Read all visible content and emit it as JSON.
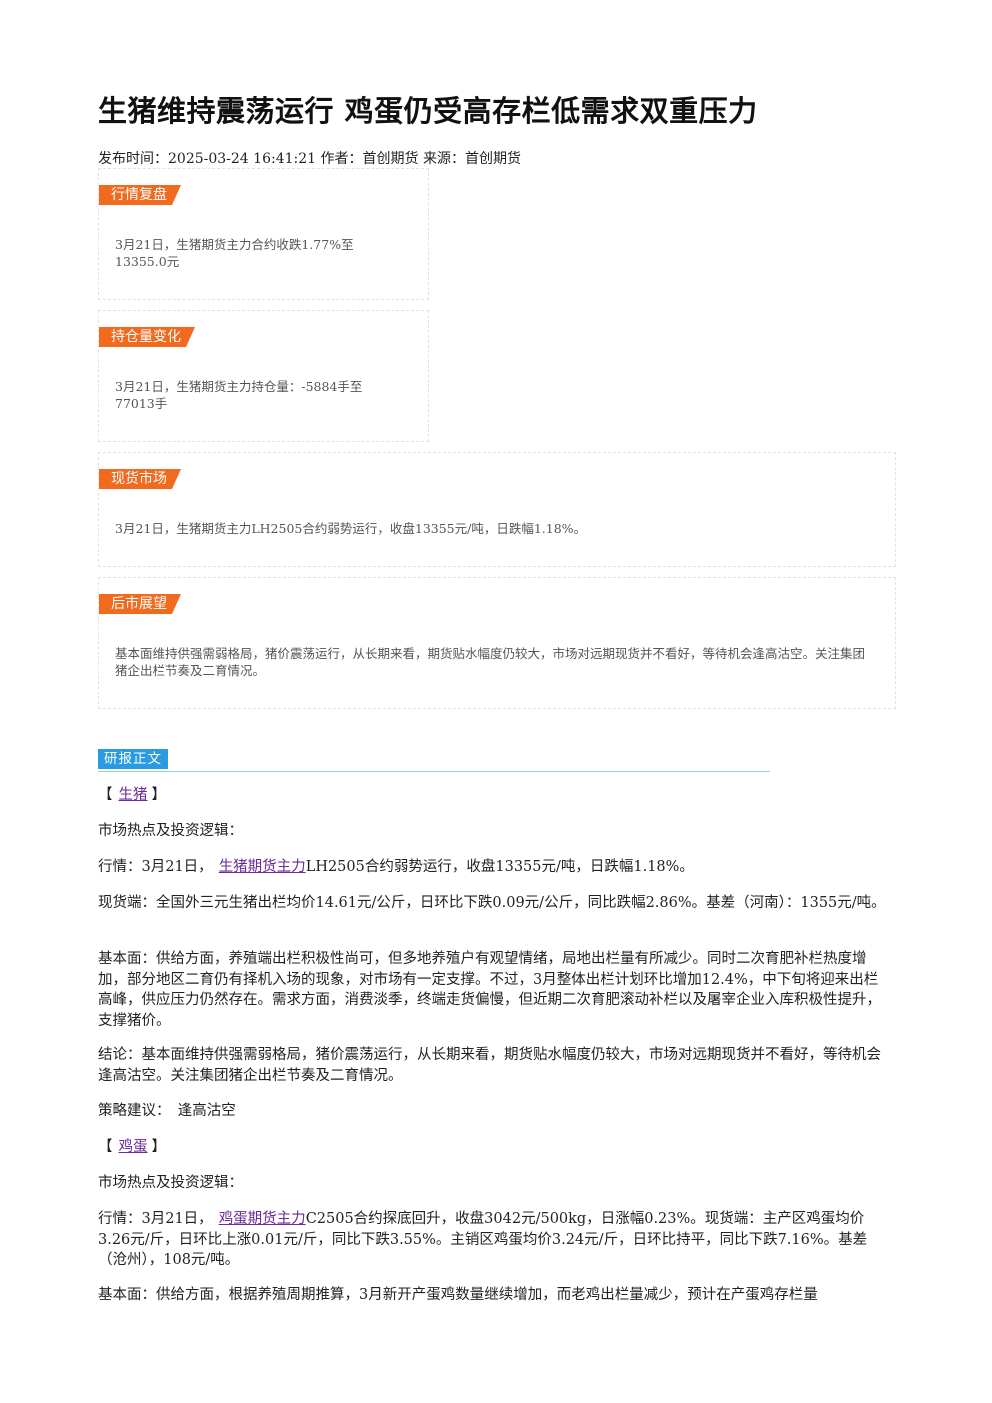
{
  "title": "生猪维持震荡运行 鸡蛋仍受高存栏低需求双重压力",
  "meta": "发布时间：2025-03-24 16:41:21 作者：首创期货 来源：首创期货",
  "boxes": {
    "review": {
      "tag": "行情复盘",
      "line1": "3月21日，生猪期货主力合约收跌1.77%至",
      "line2": "13355.0元"
    },
    "position": {
      "tag": "持仓量变化",
      "line1": "3月21日，生猪期货主力持仓量：-5884手至",
      "line2": "77013手"
    },
    "spot": {
      "tag": "现货市场",
      "text": "3月21日，生猪期货主力LH2505合约弱势运行，收盘13355元/吨，日跌幅1.18%。"
    },
    "outlook": {
      "tag": "后市展望",
      "text": "基本面维持供强需弱格局，猪价震荡运行，从长期来看，期货贴水幅度仍较大，市场对远期现货并不看好，等待机会逢高沽空。关注集团猪企出栏节奏及二育情况。"
    }
  },
  "report": {
    "tag": "研报正文",
    "hog": {
      "open": "【",
      "link": "生猪",
      "close": "】",
      "hotspot": "市场热点及投资逻辑：",
      "market_prefix": "行情：3月21日，",
      "market_link": "生猪期货主力",
      "market_rest": "LH2505合约弱势运行，收盘13355元/吨，日跌幅1.18%。",
      "spot": "现货端：全国外三元生猪出栏均价14.61元/公斤，日环比下跌0.09元/公斤，同比跌幅2.86%。基差（河南）：1355元/吨。",
      "fundamentals": "基本面：供给方面，养殖端出栏积极性尚可，但多地养殖户有观望情绪，局地出栏量有所减少。同时二次育肥补栏热度增加，部分地区二育仍有择机入场的现象，对市场有一定支撑。不过，3月整体出栏计划环比增加12.4%，中下旬将迎来出栏高峰，供应压力仍然存在。需求方面，消费淡季，终端走货偏慢，但近期二次育肥滚动补栏以及屠宰企业入库积极性提升，支撑猪价。",
      "conclusion": "结论：基本面维持供强需弱格局，猪价震荡运行，从长期来看，期货贴水幅度仍较大，市场对远期现货并不看好，等待机会逢高沽空。关注集团猪企出栏节奏及二育情况。",
      "strategy": "策略建议：　逢高沽空"
    },
    "egg": {
      "open": "【",
      "link": "鸡蛋",
      "close": "】",
      "hotspot": "市场热点及投资逻辑：",
      "market_prefix": "行情：3月21日，",
      "market_link": "鸡蛋期货主力",
      "market_rest": "C2505合约探底回升，收盘3042元/500kg，日涨幅0.23%。现货端：主产区鸡蛋均价3.26元/斤，日环比上涨0.01元/斤，同比下跌3.55%。主销区鸡蛋均价3.24元/斤，日环比持平，同比下跌7.16%。基差（沧州），108元/吨。",
      "fundamentals": "基本面：供给方面，根据养殖周期推算，3月新开产蛋鸡数量继续增加，而老鸡出栏量减少，预计在产蛋鸡存栏量"
    }
  }
}
